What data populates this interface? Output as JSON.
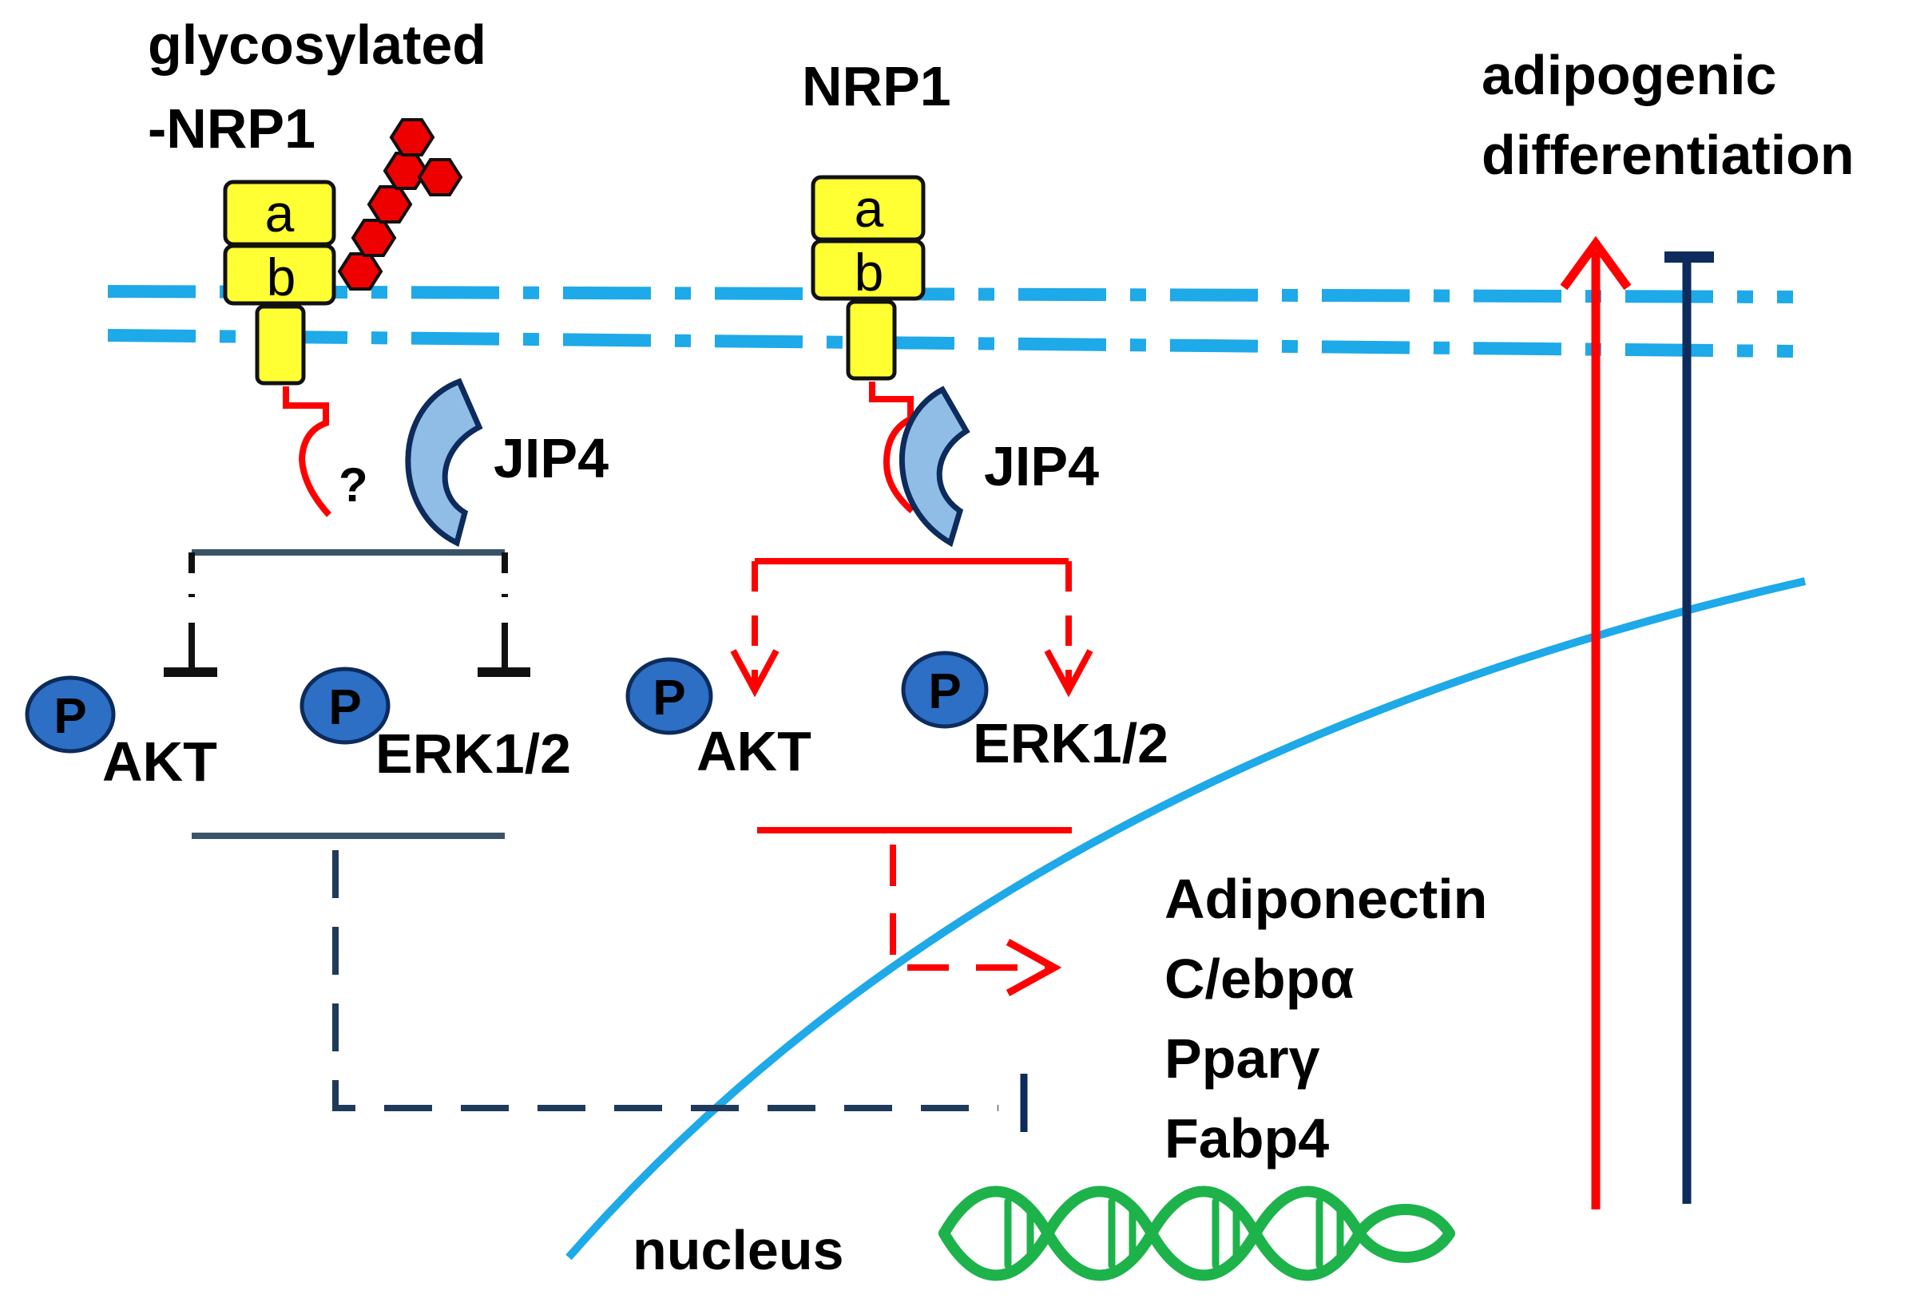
{
  "colors": {
    "membrane": "#1ea9e8",
    "nucleus_envelope": "#1ea9e8",
    "activation": "#ff0000",
    "inhibition": "#0d2b5c",
    "inhibition_line": "#3b5368",
    "receptor_fill": "#ffff33",
    "glycan": "#ee0000",
    "jip4_fill": "#8fbde6",
    "phospho_fill": "#2c6fc4",
    "dna": "#1db34a"
  },
  "left_panel": {
    "receptor_title_line1": "glycosylated",
    "receptor_title_line2": "-NRP1",
    "domain_a": "a",
    "domain_b": "b",
    "unknown_mark": "?",
    "adaptor_label": "JIP4",
    "phospho_akt_badge": "P",
    "phospho_erk_badge": "P",
    "akt_label": "AKT",
    "erk_label": "ERK1/2"
  },
  "right_panel": {
    "receptor_title": "NRP1",
    "domain_a": "a",
    "domain_b": "b",
    "adaptor_label": "JIP4",
    "phospho_akt_badge": "P",
    "phospho_erk_badge": "P",
    "akt_label": "AKT",
    "erk_label": "ERK1/2"
  },
  "outcome": {
    "line1": "adipogenic",
    "line2": "differentiation"
  },
  "target_genes": [
    "Adiponectin",
    "C/ebpα",
    "Pparγ",
    "Fabp4"
  ],
  "nucleus_label": "nucleus"
}
